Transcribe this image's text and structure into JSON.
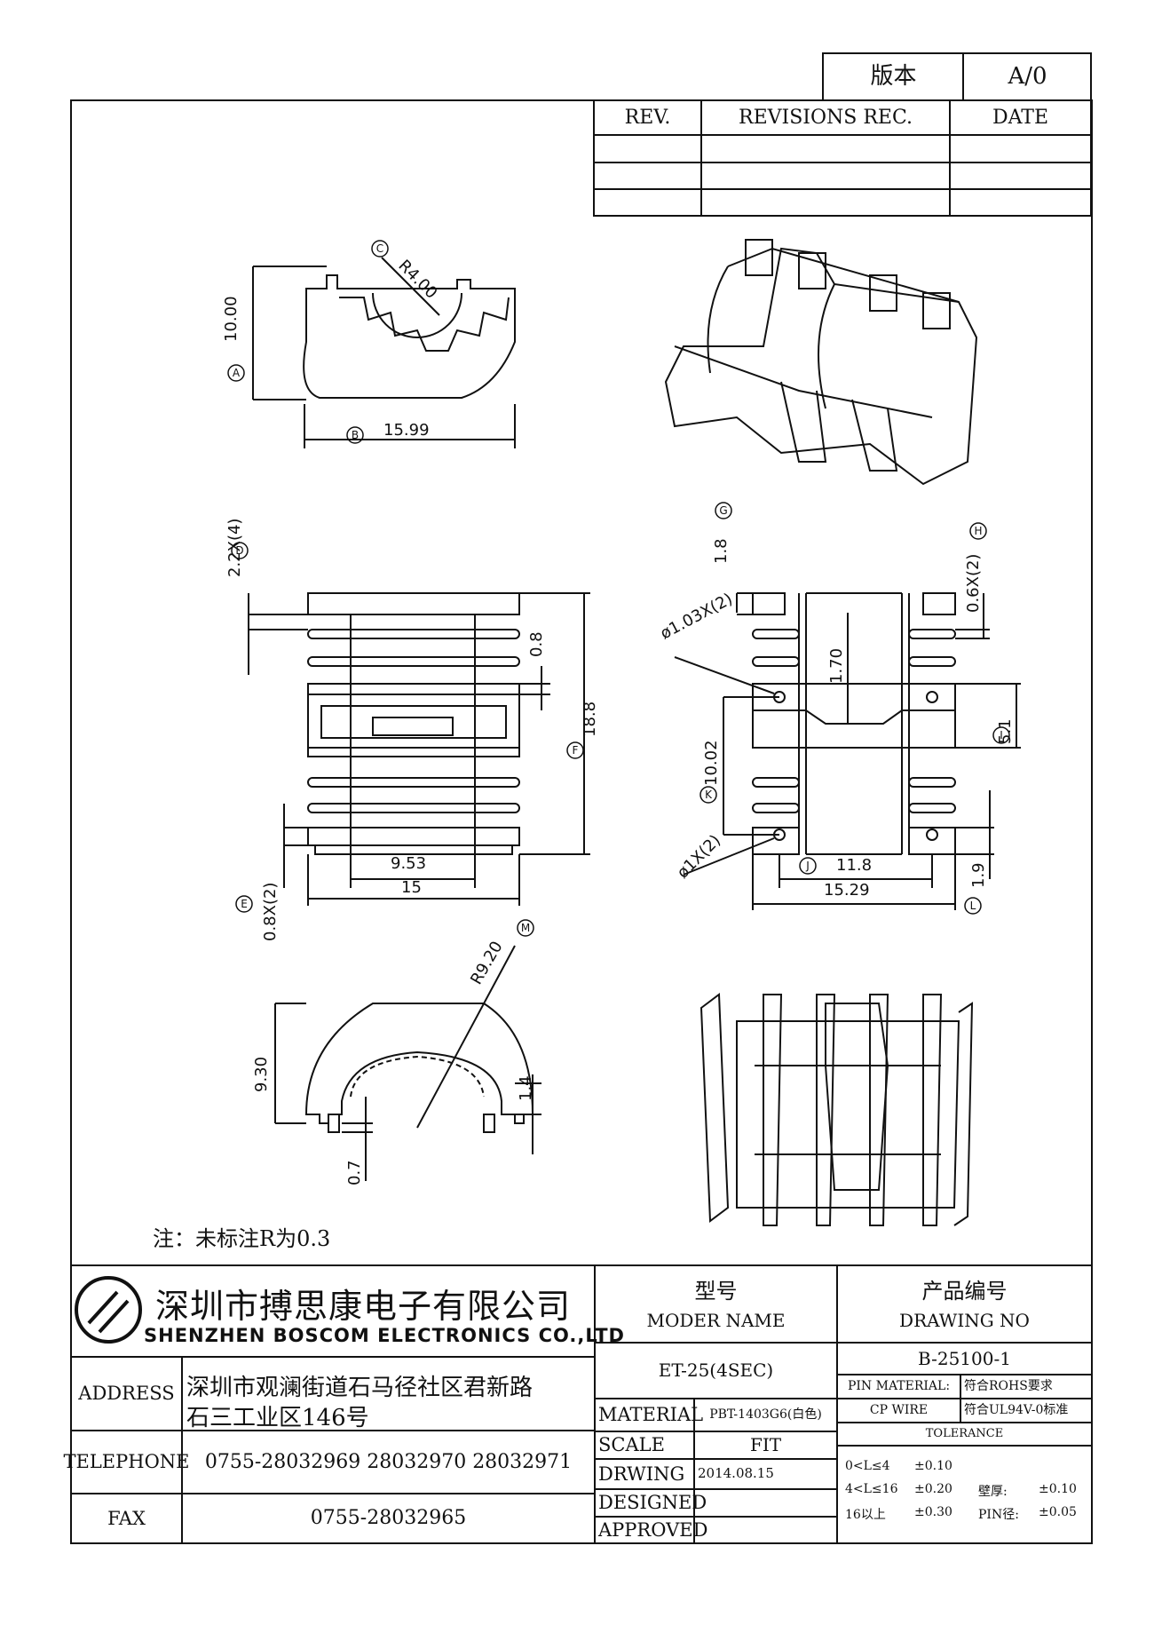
{
  "version_box": {
    "label": "版本",
    "value": "A/0"
  },
  "revision_table": {
    "headers": [
      "REV.",
      "REVISIONS REC.",
      "DATE"
    ]
  },
  "dimensions": {
    "A_height": "10.00",
    "B_width": "15.99",
    "C_radius": "R4.00",
    "D_pin": "2.2X(4)",
    "E_pitch": "0.8X(2)",
    "F_height": "18.8",
    "inner_w": "9.53",
    "outer_w": "15",
    "slot": "0.8",
    "G_top": "1.8",
    "H_slot": "0.6X(2)",
    "hole1": "ø1.03X(2)",
    "mid": "1.70",
    "I_h": "5.1",
    "K_h": "10.02",
    "hole2": "ø1X(2)",
    "J_w": "11.8",
    "total_w": "15.29",
    "L_h": "1.9",
    "M_radius": "R9.20",
    "bottom_h": "9.30",
    "step": "1.4",
    "pin_len": "0.7"
  },
  "circle_labels": [
    "A",
    "B",
    "C",
    "D",
    "E",
    "F",
    "G",
    "H",
    "I",
    "J",
    "K",
    "L",
    "M"
  ],
  "note": "注：未标注R为0.3",
  "company": {
    "name_cn": "深圳市搏思康电子有限公司",
    "name_en": "SHENZHEN BOSCOM ELECTRONICS CO.,LTD",
    "logo": "boscom-logo"
  },
  "model": {
    "label_cn": "型号",
    "label_en": "MODER NAME",
    "value": "ET-25(4SEC)"
  },
  "drawing_no": {
    "label_cn": "产品编号",
    "label_en": "DRAWING NO",
    "value": "B-25100-1"
  },
  "address": {
    "label": "ADDRESS",
    "line1": "深圳市观澜街道石马径社区君新路",
    "line2": "石三工业区146号"
  },
  "telephone": {
    "label": "TELEPHONE",
    "value": "0755-28032969 28032970 28032971"
  },
  "fax": {
    "label": "FAX",
    "value": "0755-28032965"
  },
  "material": {
    "label": "MATERIAL",
    "value": "PBT-1403G6(白色)"
  },
  "scale": {
    "label": "SCALE",
    "value": "FIT"
  },
  "drawing": {
    "label": "DRWING",
    "value": "2014.08.15"
  },
  "designed": {
    "label": "DESIGNED",
    "value": ""
  },
  "approved": {
    "label": "APPROVED",
    "value": ""
  },
  "pin_material": {
    "label": "PIN MATERIAL:",
    "value": "符合ROHS要求"
  },
  "cp_wire": {
    "label": "CP WIRE",
    "value": "符合UL94V-0标准"
  },
  "tolerance": {
    "label": "TOLERANCE",
    "rows": [
      {
        "range": "0<L≤4",
        "value": "±0.10"
      },
      {
        "range": "4<L≤16",
        "value": "±0.20",
        "extra_label": "壁厚:",
        "extra_value": "±0.10"
      },
      {
        "range": "16以上",
        "value": "±0.30",
        "extra_label": "PIN径:",
        "extra_value": "±0.05"
      }
    ]
  }
}
